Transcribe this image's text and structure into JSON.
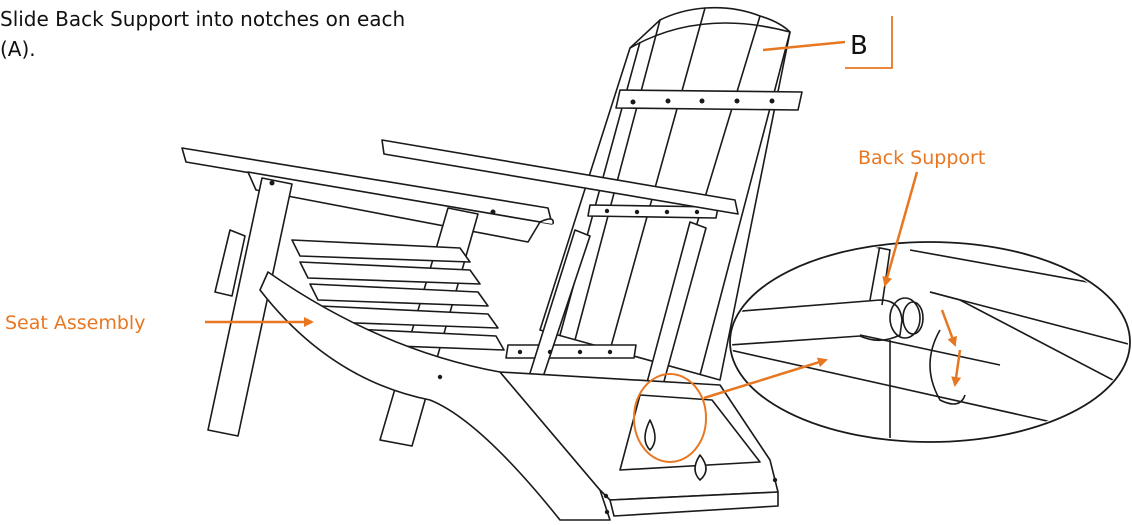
{
  "instruction": {
    "line1": "Slide Back Support into notches on each",
    "line2": "(A)."
  },
  "labels": {
    "part_b": "B",
    "back_support": "Back Support",
    "seat_assembly": "Seat Assembly"
  },
  "colors": {
    "accent": "#E87722",
    "line": "#1a1a1a"
  }
}
